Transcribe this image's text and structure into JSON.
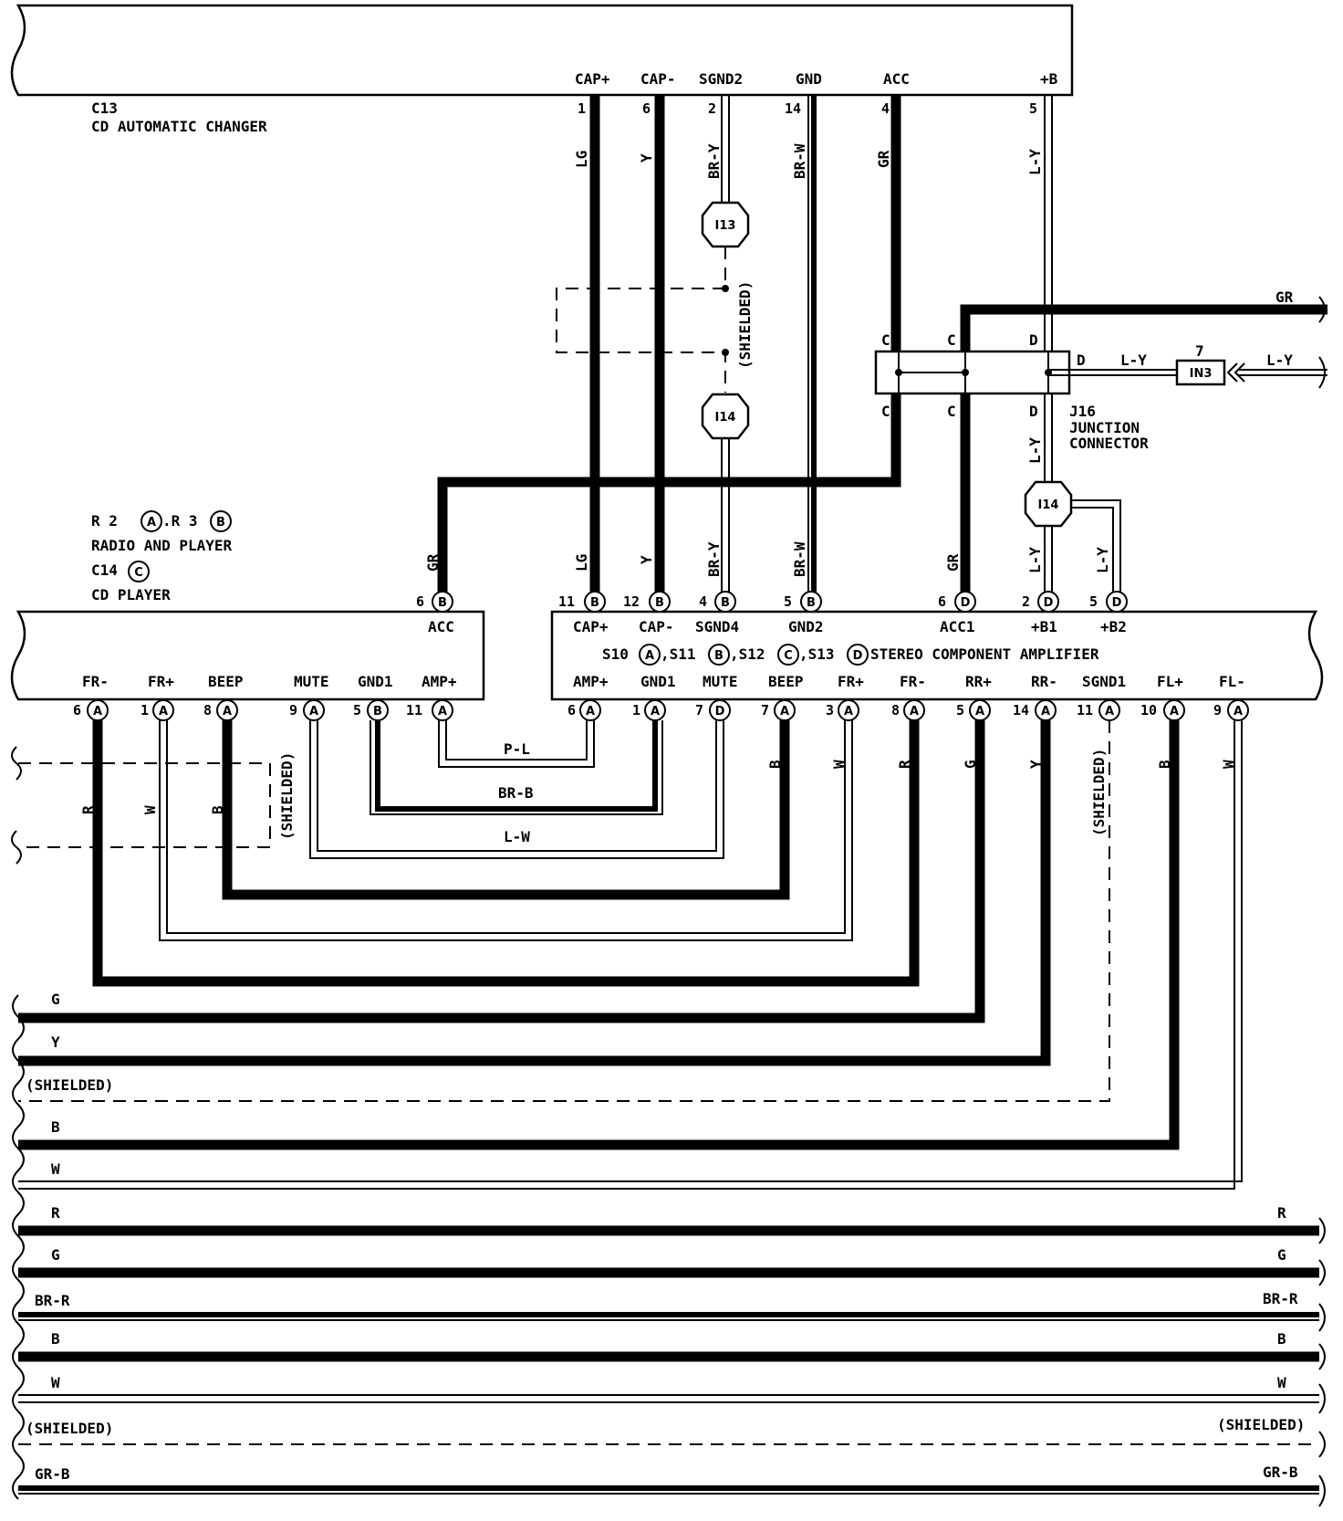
{
  "c13": {
    "id": "C13",
    "name": "CD AUTOMATIC CHANGER",
    "terminals": [
      "CAP+",
      "CAP-",
      "SGND2",
      "GND",
      "ACC",
      "+B"
    ],
    "pins": [
      "1",
      "6",
      "2",
      "14",
      "4",
      "5"
    ]
  },
  "radio": {
    "id_line": "R 2",
    "id_r3": ".R 3",
    "name": "RADIO AND PLAYER",
    "c14": "C14",
    "c14_name": "CD PLAYER",
    "acc_pin": "6",
    "acc_label": "ACC",
    "bottom_terminals": [
      "FR-",
      "FR+",
      "BEEP",
      "MUTE",
      "GND1",
      "AMP+"
    ],
    "bottom_pins": [
      "6",
      "1",
      "8",
      "9",
      "5",
      "11"
    ],
    "bottom_letters": [
      "A",
      "A",
      "A",
      "A",
      "B",
      "A"
    ]
  },
  "amp": {
    "title_s10": "S10",
    "title_s11": ",S11",
    "title_s12": ",S12",
    "title_s13": ",S13",
    "name": "STEREO COMPONENT AMPLIFIER",
    "top_terminals": [
      "CAP+",
      "CAP-",
      "SGND4",
      "GND2",
      "ACC1",
      "+B1",
      "+B2"
    ],
    "top_pins": [
      "11",
      "12",
      "4",
      "5",
      "6",
      "2",
      "5"
    ],
    "top_letters": [
      "B",
      "B",
      "B",
      "B",
      "D",
      "D",
      "D"
    ],
    "bottom_terminals": [
      "AMP+",
      "GND1",
      "MUTE",
      "BEEP",
      "FR+",
      "FR-",
      "RR+",
      "RR-",
      "SGND1",
      "FL+",
      "FL-"
    ],
    "bottom_pins": [
      "6",
      "1",
      "7",
      "7",
      "3",
      "8",
      "5",
      "14",
      "11",
      "10",
      "9"
    ],
    "bottom_letters": [
      "A",
      "A",
      "D",
      "A",
      "A",
      "A",
      "A",
      "A",
      "A",
      "A",
      "A"
    ]
  },
  "junction": {
    "id": "J16",
    "line1": "JUNCTION",
    "line2": "CONNECTOR",
    "pins": [
      "C",
      "C",
      "D",
      "D",
      "C",
      "C",
      "D"
    ]
  },
  "splices": [
    "I13",
    "I14",
    "I14",
    "IN3"
  ],
  "in3_pin": "7",
  "wire_labels": {
    "lg": "LG",
    "y": "Y",
    "bry": "BR-Y",
    "brw": "BR-W",
    "gr": "GR",
    "ly": "L-Y",
    "pl": "P-L",
    "brb": "BR-B",
    "lw": "L-W",
    "r": "R",
    "w": "W",
    "b": "B",
    "g": "G",
    "br_r": "BR-R",
    "gr_b": "GR-B",
    "shielded": "(SHIELDED)"
  },
  "bus_left": [
    "G",
    "Y",
    "(SHIELDED)",
    "B",
    "W",
    "R",
    "G",
    "BR-R",
    "B",
    "W",
    "(SHIELDED)",
    "GR-B"
  ],
  "bus_right": [
    "R",
    "G",
    "BR-R",
    "B",
    "W",
    "(SHIELDED)",
    "GR-B"
  ]
}
